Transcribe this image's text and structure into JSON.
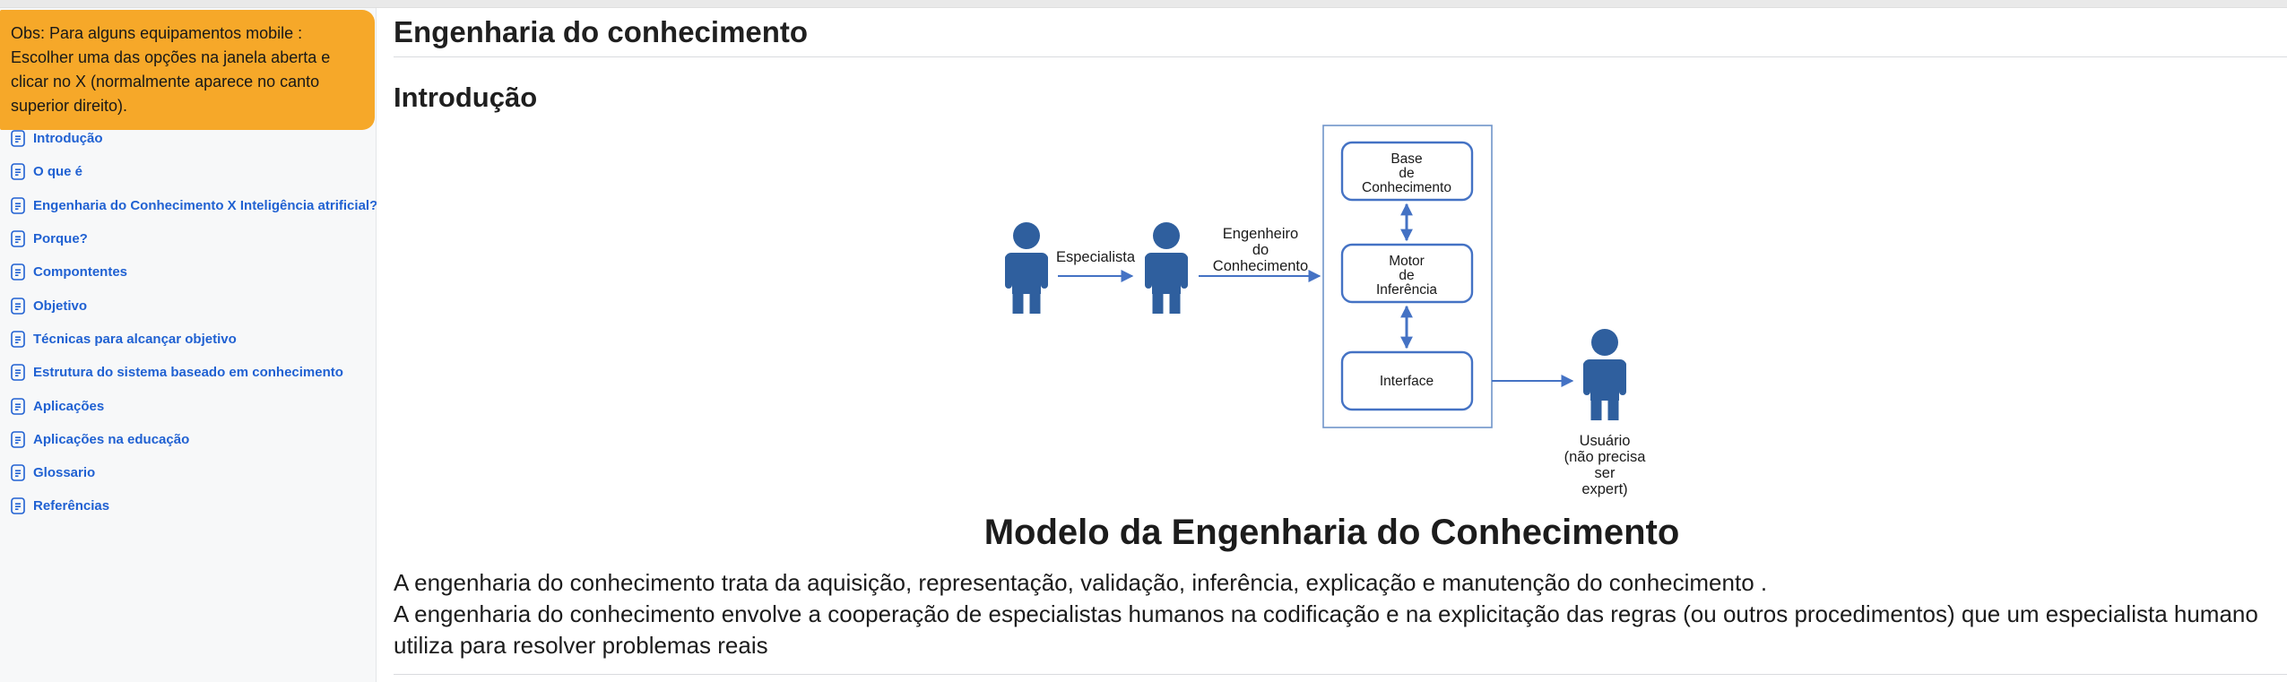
{
  "page": {
    "title": "Engenharia do conhecimento",
    "section_heading": "Introdução",
    "figure_caption": "Modelo da Engenharia do Conhecimento",
    "paragraph_1": "A engenharia do conhecimento trata da aquisição, representação, validação, inferência, explicação e manutenção do conhecimento .",
    "paragraph_2": "A engenharia do conhecimento envolve a cooperação de especialistas humanos na codificação e na explicitação das regras (ou outros procedimentos) que um especialista humano utiliza para resolver problemas reais"
  },
  "sidebar": {
    "note": "Obs: Para alguns equipamentos mobile : Escolher uma das opções na janela aberta e clicar no X (normalmente aparece no canto superior direito).",
    "items": [
      {
        "label": "Introdução",
        "icon": "document-icon"
      },
      {
        "label": "O que é",
        "icon": "document-icon"
      },
      {
        "label": "Engenharia do Conhecimento X Inteligência atrificial?",
        "icon": "document-icon"
      },
      {
        "label": "Porque?",
        "icon": "document-icon"
      },
      {
        "label": "Compontentes",
        "icon": "document-icon"
      },
      {
        "label": "Objetivo",
        "icon": "document-icon"
      },
      {
        "label": "Técnicas para alcançar objetivo",
        "icon": "document-icon"
      },
      {
        "label": "Estrutura do sistema baseado em conhecimento",
        "icon": "document-icon"
      },
      {
        "label": "Aplicações",
        "icon": "document-icon"
      },
      {
        "label": "Aplicações na educação",
        "icon": "document-icon"
      },
      {
        "label": "Glossario",
        "icon": "document-icon"
      },
      {
        "label": "Referências",
        "icon": "document-icon"
      }
    ]
  },
  "diagram": {
    "specialist_label": "Especialista",
    "engineer_label": [
      "Engenheiro",
      "do",
      "Conhecimento"
    ],
    "knowledge_base_box": [
      "Base",
      "de",
      "Conhecimento"
    ],
    "inference_engine_box": [
      "Motor",
      "de",
      "Inferência"
    ],
    "interface_box": "Interface",
    "user_label": [
      "Usuário",
      "(não precisa",
      "ser",
      "expert)"
    ]
  },
  "colors": {
    "note_background": "#f6a829",
    "link_blue": "#2061d2",
    "diagram_blue": "#4472c4",
    "person_blue": "#2f5f9e",
    "container_border_blue": "#6f94c9"
  }
}
